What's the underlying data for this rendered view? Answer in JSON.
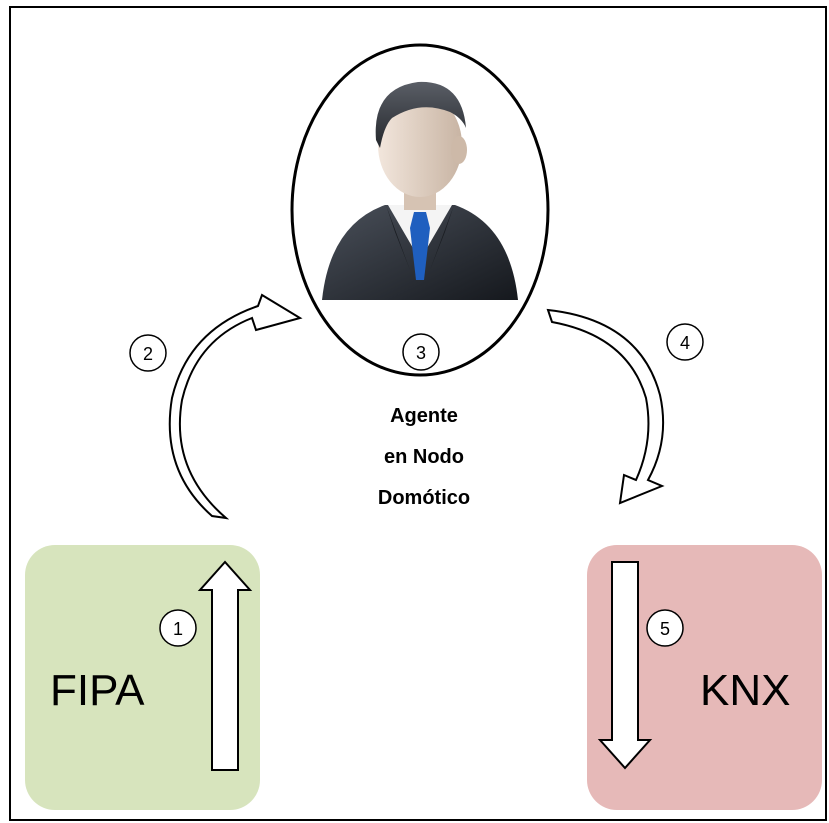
{
  "diagram": {
    "agent": {
      "step": "3",
      "label_lines": [
        "Agente",
        "en Nodo",
        "Domótico"
      ]
    },
    "fipa": {
      "label": "FIPA",
      "step": "1",
      "color": "#d7e4bd"
    },
    "knx": {
      "label": "KNX",
      "step": "5",
      "color": "#e6b9b8"
    },
    "arrow_left_step": "2",
    "arrow_right_step": "4",
    "colors": {
      "suit": "#2b2f36",
      "tie": "#1f5fbf",
      "hair": "#3a3d42",
      "skin": "#e3d2c4"
    }
  }
}
